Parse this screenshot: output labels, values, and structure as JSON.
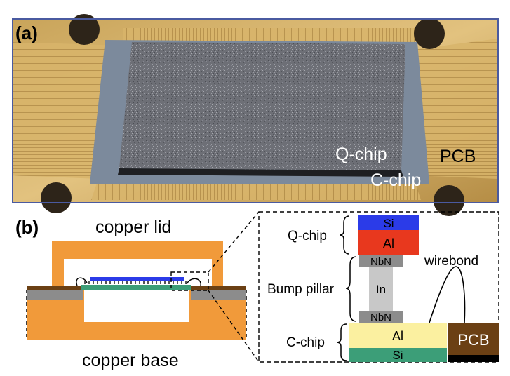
{
  "panel_a": {
    "label": "(a)",
    "qchip_label": "Q-chip",
    "cchip_label": "C-chip",
    "pcb_label": "PCB"
  },
  "panel_b": {
    "label": "(b)",
    "lid_label": "copper lid",
    "base_label": "copper base",
    "detail": {
      "si_top": "Si",
      "al_top": "Al",
      "nbn_top": "NbN",
      "in_label": "In",
      "nbn_bottom": "NbN",
      "al_bottom": "Al",
      "si_bottom": "Si",
      "pcb_box": "PCB",
      "qchip_label": "Q-chip",
      "bump_label": "Bump pillar",
      "cchip_label": "C-chip",
      "wirebond_label": "wirebond"
    }
  },
  "colors": {
    "copper": "#f19a3a",
    "pcb": "#6b4014",
    "si_top": "#2b3be8",
    "al_top": "#e8381e",
    "nbn": "#8c8c8c",
    "indium": "#c8c8c8",
    "al_bottom": "#fbf0a0",
    "si_bottom": "#3c9e78",
    "photo_frame": "#4a5aa0"
  }
}
